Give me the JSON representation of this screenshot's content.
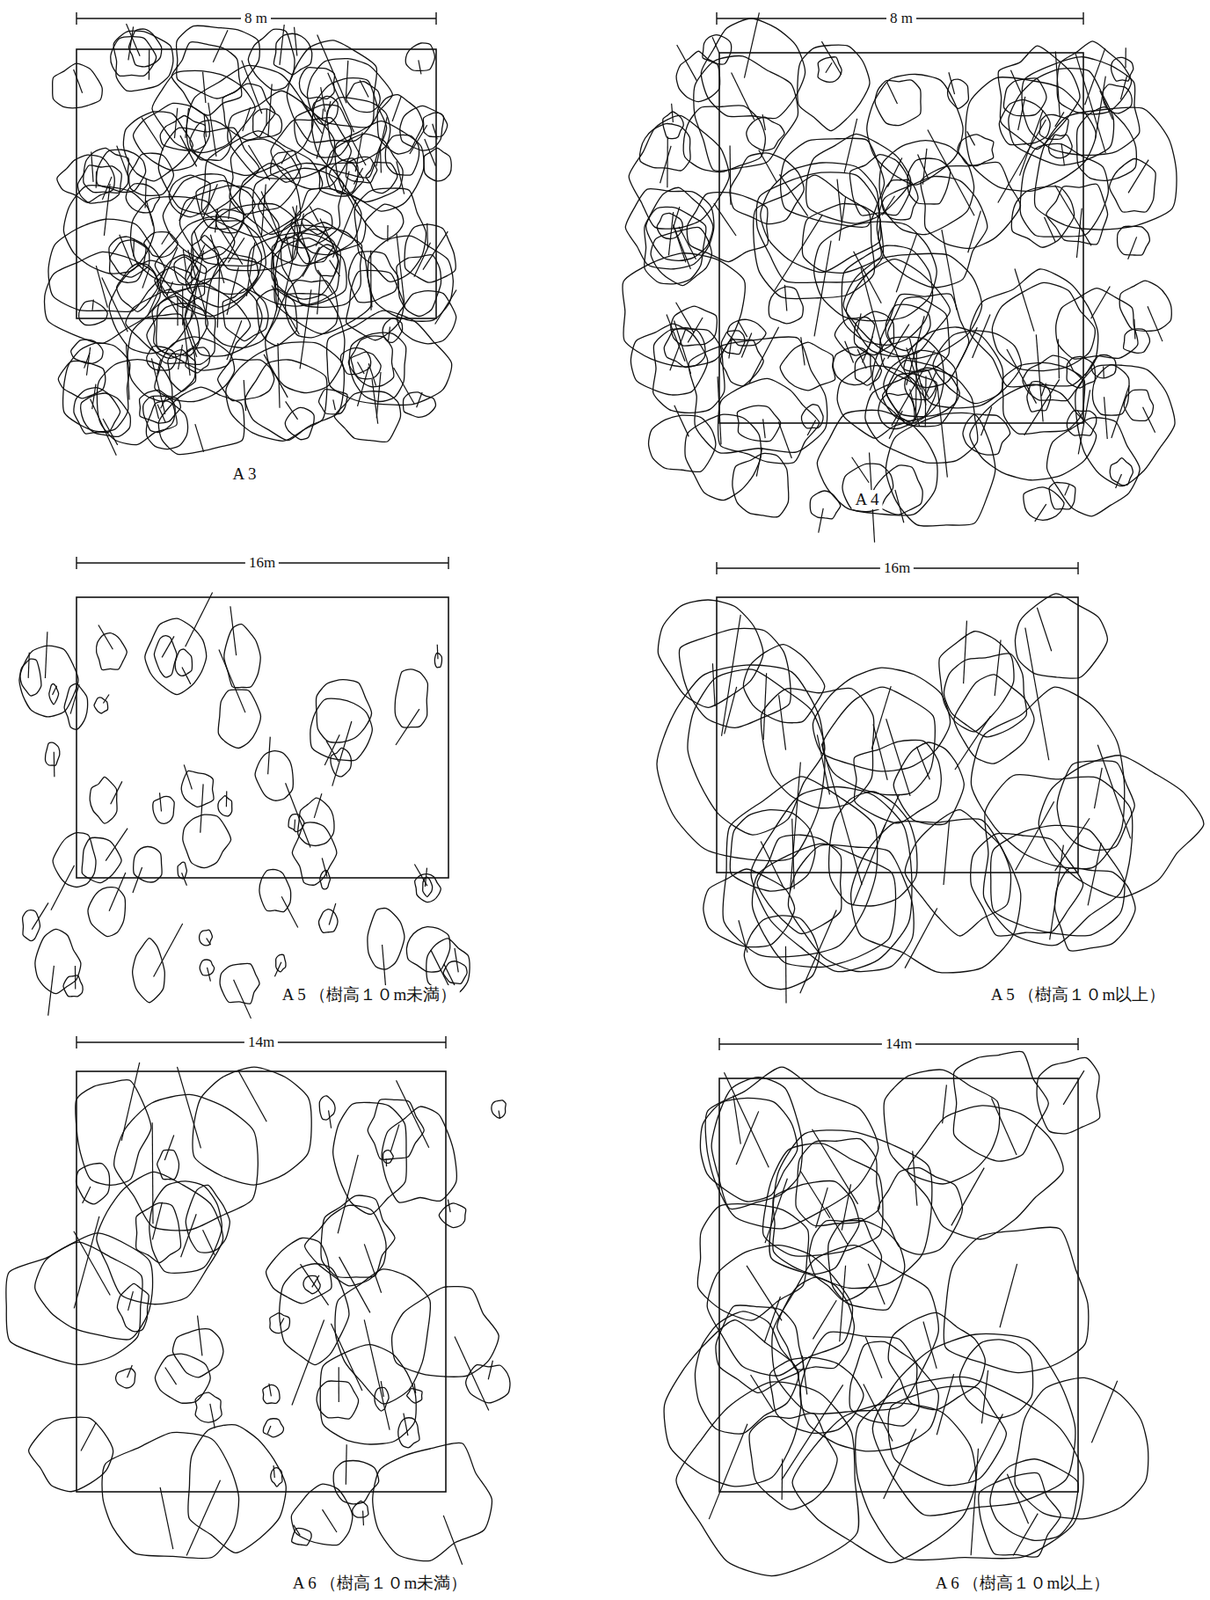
{
  "diagram": {
    "labels": [
      "8 m",
      "A 3",
      "8 m",
      "A 4",
      "16m",
      "A 5 （樹高１０m未満）",
      "16m",
      "A 5 （樹高１０m以上）",
      "14m",
      "A 6 （樹高１０m未満）",
      "14m",
      "A 6 （樹高１０m以上）"
    ]
  }
}
